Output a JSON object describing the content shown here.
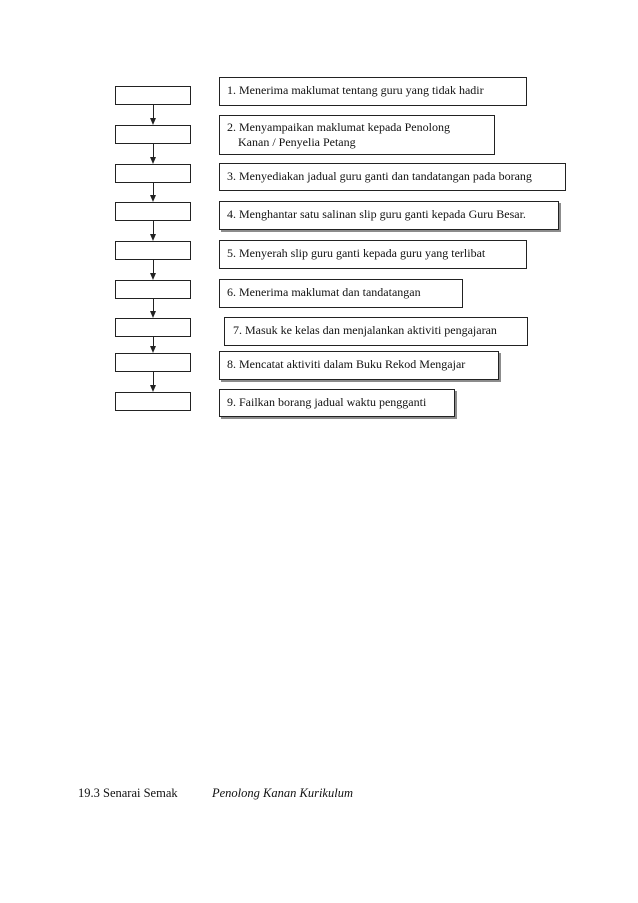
{
  "steps": [
    {
      "text": "1. Menerima maklumat tentang guru yang tidak hadir"
    },
    {
      "line1": "2. Menyampaikan maklumat kepada Penolong",
      "line2": "Kanan / Penyelia Petang"
    },
    {
      "text": "3. Menyediakan jadual guru ganti dan tandatangan pada borang"
    },
    {
      "text": "4. Menghantar satu salinan slip guru ganti kepada Guru Besar."
    },
    {
      "text": "5. Menyerah slip guru ganti kepada guru yang terlibat"
    },
    {
      "text": "6. Menerima maklumat dan tandatangan"
    },
    {
      "text": "7. Masuk ke kelas dan menjalankan aktiviti pengajaran"
    },
    {
      "text": "8. Mencatat aktiviti dalam Buku Rekod Mengajar"
    },
    {
      "text": "9. Failkan borang jadual waktu pengganti"
    }
  ],
  "footer": {
    "section": "19.3  Senarai Semak",
    "subtitle": "Penolong Kanan Kurikulum"
  }
}
